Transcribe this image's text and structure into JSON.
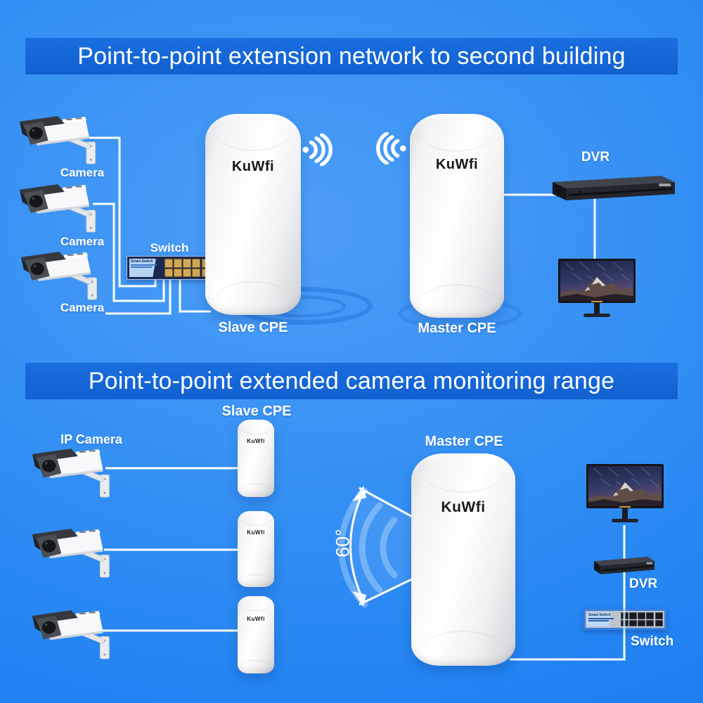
{
  "brand": "KuWfi",
  "titles": {
    "top": "Point-to-point extension network to second building",
    "bottom": "Point-to-point extended camera monitoring range"
  },
  "top_section": {
    "camera_labels": [
      "Camera",
      "Camera",
      "Camera"
    ],
    "switch_label": "Switch",
    "slave_cpe_label": "Slave CPE",
    "master_cpe_label": "Master CPE",
    "dvr_label": "DVR"
  },
  "bottom_section": {
    "ip_camera_label": "IP Camera",
    "slave_cpe_label": "Slave CPE",
    "master_cpe_label": "Master CPE",
    "angle_label": "60°",
    "dvr_label": "DVR",
    "switch_label": "Switch"
  },
  "devices": {
    "switch_panel_label": "Smart Switch"
  },
  "colors": {
    "background_blue": "#2e8bf4",
    "banner_blue": "#1463d4",
    "line_white": "#ffffff",
    "brand_text": "#17181c",
    "ripple_blue": "#1260cc"
  }
}
